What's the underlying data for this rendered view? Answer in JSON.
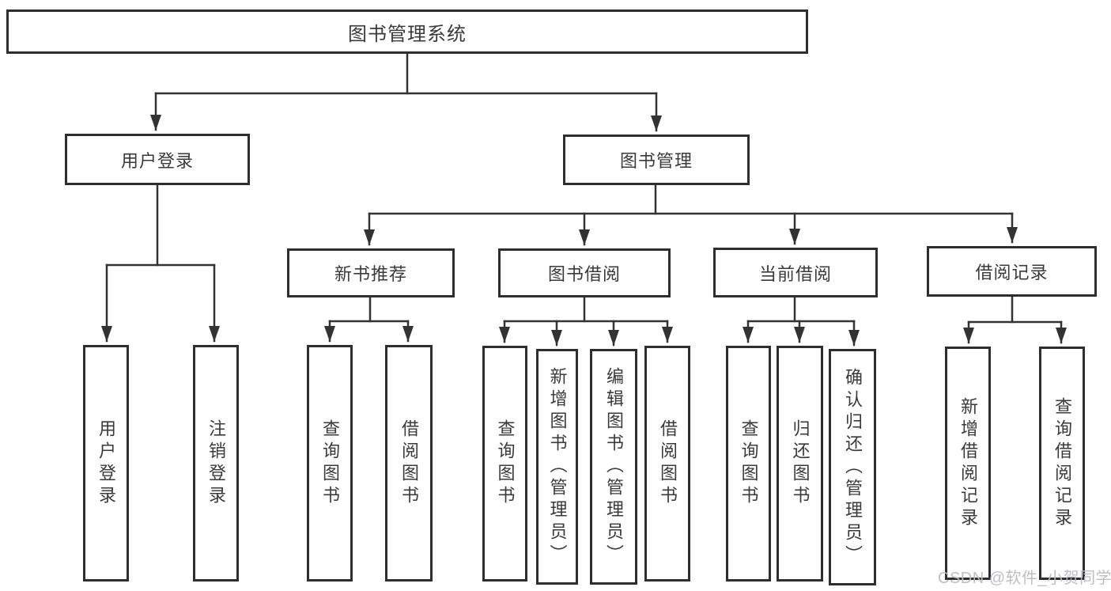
{
  "diagram": {
    "title": "图书管理系统",
    "level2": {
      "user_login": {
        "label": "用户登录"
      },
      "book_mgmt": {
        "label": "图书管理"
      }
    },
    "level3": {
      "new_books": {
        "label": "新书推荐"
      },
      "borrowing": {
        "label": "图书借阅"
      },
      "current": {
        "label": "当前借阅"
      },
      "records": {
        "label": "借阅记录"
      }
    },
    "leaves": {
      "user_login_login": {
        "label": "用户登录"
      },
      "user_login_logout": {
        "label": "注销登录"
      },
      "new_books_query": {
        "label": "查询图书"
      },
      "new_books_borrow": {
        "label": "借阅图书"
      },
      "borrow_query": {
        "label": "查询图书"
      },
      "borrow_add": {
        "label": "新增图书（管理员）"
      },
      "borrow_edit": {
        "label": "编辑图书（管理员）"
      },
      "borrow_borrow": {
        "label": "借阅图书"
      },
      "current_query": {
        "label": "查询图书"
      },
      "current_return": {
        "label": "归还图书"
      },
      "current_confirm": {
        "label": "确认归还（管理员）"
      },
      "records_add": {
        "label": "新增借阅记录"
      },
      "records_query": {
        "label": "查询借阅记录"
      }
    },
    "edges": [
      "图书管理系统→用户登录",
      "图书管理系统→图书管理",
      "用户登录→用户登录",
      "用户登录→注销登录",
      "图书管理→新书推荐",
      "图书管理→图书借阅",
      "图书管理→当前借阅",
      "图书管理→借阅记录",
      "新书推荐→查询图书",
      "新书推荐→借阅图书",
      "图书借阅→查询图书",
      "图书借阅→新增图书（管理员）",
      "图书借阅→编辑图书（管理员）",
      "图书借阅→借阅图书",
      "当前借阅→查询图书",
      "当前借阅→归还图书",
      "当前借阅→确认归还（管理员）",
      "借阅记录→新增借阅记录",
      "借阅记录→查询借阅记录"
    ]
  },
  "watermark": {
    "text": "CSDN @软件_小贺同学"
  },
  "colors": {
    "line": "#333333",
    "border": "#2e2e2e",
    "text": "#3a3a3a",
    "background": "#ffffff",
    "watermark": "#babcc2"
  }
}
